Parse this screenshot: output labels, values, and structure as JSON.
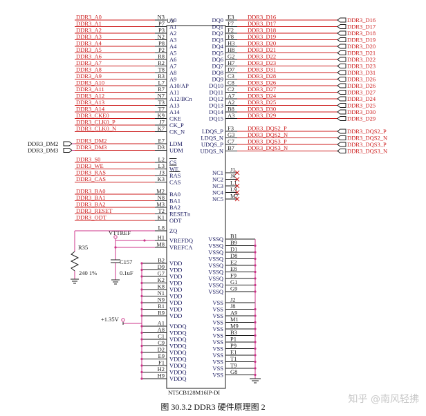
{
  "chip": {
    "ref": "U3",
    "part": "NT5CB128M16IP-DI"
  },
  "left_pins": [
    {
      "net": "DDR3_A0",
      "num": "N3",
      "name": "A0"
    },
    {
      "net": "DDR3_A1",
      "num": "P7",
      "name": "A1"
    },
    {
      "net": "DDR3_A2",
      "num": "P3",
      "name": "A2"
    },
    {
      "net": "DDR3_A3",
      "num": "N2",
      "name": "A3"
    },
    {
      "net": "DDR3_A4",
      "num": "P8",
      "name": "A4"
    },
    {
      "net": "DDR3_A5",
      "num": "P2",
      "name": "A5"
    },
    {
      "net": "DDR3_A6",
      "num": "R8",
      "name": "A6"
    },
    {
      "net": "DDR3_A7",
      "num": "R2",
      "name": "A7"
    },
    {
      "net": "DDR3_A8",
      "num": "T8",
      "name": "A8"
    },
    {
      "net": "DDR3_A9",
      "num": "R3",
      "name": "A9"
    },
    {
      "net": "DDR3_A10",
      "num": "L7",
      "name": "A10/AP"
    },
    {
      "net": "DDR3_A11",
      "num": "R7",
      "name": "A11"
    },
    {
      "net": "DDR3_A12",
      "num": "N7",
      "name": "A12/BCn"
    },
    {
      "net": "DDR3_A13",
      "num": "T3",
      "name": "A13"
    },
    {
      "net": "DDR3_A14",
      "num": "T7",
      "name": "A14"
    },
    {
      "net": "DDR3_CKE0",
      "num": "K9",
      "name": "CKE"
    },
    {
      "net": "DDR3_CLK0_P",
      "num": "J7",
      "name": "CK_P"
    },
    {
      "net": "DDR3_CLK0_N",
      "num": "K7",
      "name": "CK_N"
    },
    {
      "net": "DDR3_DM2",
      "num": "E7",
      "name": "LDM"
    },
    {
      "net": "DDR3_DM3",
      "num": "D3",
      "name": "UDM"
    },
    {
      "net": "DDR3_S0",
      "num": "L2",
      "name": "CS"
    },
    {
      "net": "DDR3_WE",
      "num": "L3",
      "name": "WE"
    },
    {
      "net": "DDR3_RAS",
      "num": "J3",
      "name": "RAS"
    },
    {
      "net": "DDR3_CAS",
      "num": "K3",
      "name": "CAS"
    },
    {
      "net": "DDR3_BA0",
      "num": "M2",
      "name": "BA0"
    },
    {
      "net": "DDR3_BA1",
      "num": "N8",
      "name": "BA1"
    },
    {
      "net": "DDR3_BA2",
      "num": "M3",
      "name": "BA2"
    },
    {
      "net": "DDR3_RESET",
      "num": "T2",
      "name": "RESETn"
    },
    {
      "net": "DDR3_ODT",
      "num": "K1",
      "name": "ODT"
    },
    {
      "net": "",
      "num": "L8",
      "name": "ZQ"
    },
    {
      "net": "",
      "num": "H1",
      "name": "VREFDQ"
    },
    {
      "net": "",
      "num": "M8",
      "name": "VREFCA"
    }
  ],
  "vdd_pins": [
    {
      "num": "B2",
      "name": "VDD"
    },
    {
      "num": "D9",
      "name": "VDD"
    },
    {
      "num": "G7",
      "name": "VDD"
    },
    {
      "num": "K2",
      "name": "VDD"
    },
    {
      "num": "K8",
      "name": "VDD"
    },
    {
      "num": "N1",
      "name": "VDD"
    },
    {
      "num": "N9",
      "name": "VDD"
    },
    {
      "num": "R1",
      "name": "VDD"
    },
    {
      "num": "R9",
      "name": "VDD"
    }
  ],
  "vddq_pins": [
    {
      "num": "A1",
      "name": "VDDQ"
    },
    {
      "num": "A8",
      "name": "VDDQ"
    },
    {
      "num": "C1",
      "name": "VDDQ"
    },
    {
      "num": "C9",
      "name": "VDDQ"
    },
    {
      "num": "D2",
      "name": "VDDQ"
    },
    {
      "num": "E9",
      "name": "VDDQ"
    },
    {
      "num": "F1",
      "name": "VDDQ"
    },
    {
      "num": "H2",
      "name": "VDDQ"
    },
    {
      "num": "H9",
      "name": "VDDQ"
    }
  ],
  "right_dq": [
    {
      "net": "DDR3_D16",
      "num": "E3",
      "name": "DQ0",
      "port": "DDR3_D16"
    },
    {
      "net": "DDR3_D17",
      "num": "F7",
      "name": "DQ1",
      "port": "DDR3_D17"
    },
    {
      "net": "DDR3_D18",
      "num": "F2",
      "name": "DQ2",
      "port": "DDR3_D18"
    },
    {
      "net": "DDR3_D19",
      "num": "F8",
      "name": "DQ3",
      "port": "DDR3_D19"
    },
    {
      "net": "DDR3_D20",
      "num": "H3",
      "name": "DQ4",
      "port": "DDR3_D20"
    },
    {
      "net": "DDR3_D21",
      "num": "H8",
      "name": "DQ5",
      "port": "DDR3_D21"
    },
    {
      "net": "DDR3_D22",
      "num": "G2",
      "name": "DQ6",
      "port": "DDR3_D22"
    },
    {
      "net": "DDR3_D23",
      "num": "H7",
      "name": "DQ7",
      "port": "DDR3_D23"
    },
    {
      "net": "DDR3_D31",
      "num": "D7",
      "name": "DQ8",
      "port": "DDR3_D31"
    },
    {
      "net": "DDR3_D28",
      "num": "C3",
      "name": "DQ9",
      "port": "DDR3_D26"
    },
    {
      "net": "DDR3_D26",
      "num": "C8",
      "name": "DQ10",
      "port": "DDR3_D26"
    },
    {
      "net": "DDR3_D27",
      "num": "C2",
      "name": "DQ11",
      "port": "DDR3_D27"
    },
    {
      "net": "DDR3_D24",
      "num": "A7",
      "name": "DQ12",
      "port": "DDR3_D24"
    },
    {
      "net": "DDR3_D25",
      "num": "A2",
      "name": "DQ13",
      "port": "DDR3_D25"
    },
    {
      "net": "DDR3_D30",
      "num": "B8",
      "name": "DQ14",
      "port": "DDR3_D30"
    },
    {
      "net": "DDR3_D29",
      "num": "A3",
      "name": "DQ15",
      "port": "DDR3_D29"
    }
  ],
  "right_dqs": [
    {
      "net": "DDR3_DQS2_P",
      "num": "F3",
      "name": "LDQS_P",
      "port": "DDR3_DQS2_P"
    },
    {
      "net": "DDR3_DQS2_N",
      "num": "G3",
      "name": "LDQS_N",
      "port": "DDR3_DQS2_N"
    },
    {
      "net": "DDR3_DQS3_P",
      "num": "C7",
      "name": "UDQS_P",
      "port": "DDR3_DQS3_P"
    },
    {
      "net": "DDR3_DQS3_N",
      "num": "B7",
      "name": "UDQS_N",
      "port": "DDR3_DQS3_N"
    }
  ],
  "nc_pins": [
    {
      "num": "J1",
      "name": "NC1"
    },
    {
      "num": "J9",
      "name": "NC2"
    },
    {
      "num": "L1",
      "name": "NC3"
    },
    {
      "num": "L9",
      "name": "NC4"
    },
    {
      "num": "M7",
      "name": "NC5"
    }
  ],
  "vssq_pins": [
    {
      "num": "B1",
      "name": "VSSQ"
    },
    {
      "num": "B9",
      "name": "VSSQ"
    },
    {
      "num": "D1",
      "name": "VSSQ"
    },
    {
      "num": "D8",
      "name": "VSSQ"
    },
    {
      "num": "E2",
      "name": "VSSQ"
    },
    {
      "num": "E8",
      "name": "VSSQ"
    },
    {
      "num": "F9",
      "name": "VSSQ"
    },
    {
      "num": "G1",
      "name": "VSSQ"
    },
    {
      "num": "G9",
      "name": "VSSQ"
    }
  ],
  "vss_pins": [
    {
      "num": "J2",
      "name": "VSS"
    },
    {
      "num": "J8",
      "name": "VSS"
    },
    {
      "num": "A9",
      "name": "VSS"
    },
    {
      "num": "M1",
      "name": "VSS"
    },
    {
      "num": "M9",
      "name": "VSS"
    },
    {
      "num": "B3",
      "name": "VSS"
    },
    {
      "num": "P1",
      "name": "VSS"
    },
    {
      "num": "P9",
      "name": "VSS"
    },
    {
      "num": "E1",
      "name": "VSS"
    },
    {
      "num": "T1",
      "name": "VSS"
    },
    {
      "num": "T9",
      "name": "VSS"
    },
    {
      "num": "G8",
      "name": "VSS"
    }
  ],
  "dm_ports": [
    "DDR3_DM2",
    "DDR3_DM3"
  ],
  "passives": {
    "vttref": "VTTREF",
    "r_ref": "R35",
    "r_val": "240 1%",
    "c_ref": "C157",
    "c_val": "0.1uF",
    "vdd_rail": "+1.35V"
  },
  "caption": "图 30.3.2 DDR3 硬件原理图 2",
  "watermark": "知乎 @南风轻拂",
  "colors": {
    "net": "#cc1a1a",
    "wire_pink": "#cc3388",
    "ink": "#1a1a1a"
  }
}
